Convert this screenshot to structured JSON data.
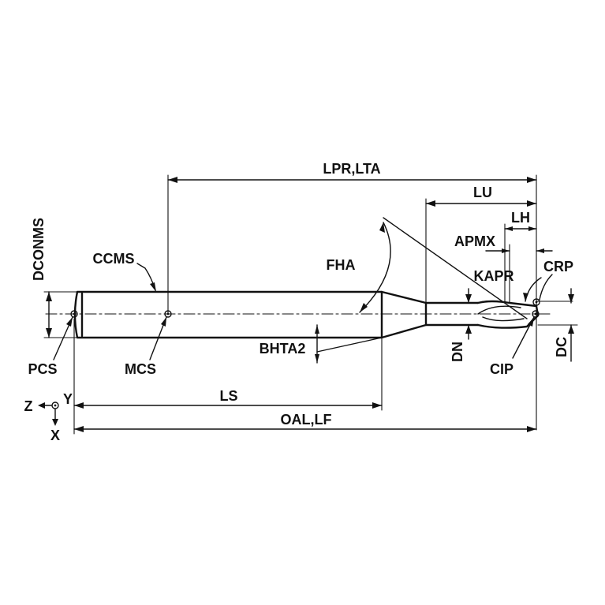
{
  "drawing": {
    "labels": {
      "lpr_lta": "LPR,LTA",
      "lu": "LU",
      "lh": "LH",
      "apmx": "APMX",
      "crp": "CRP",
      "kapr": "KAPR",
      "fha": "FHA",
      "ccms": "CCMS",
      "dconms": "DCONMS",
      "bhta2": "BHTA2",
      "dn": "DN",
      "dc": "DC",
      "cip": "CIP",
      "pcs": "PCS",
      "mcs": "MCS",
      "ls": "LS",
      "oal_lf": "OAL,LF",
      "axis_z": "Z",
      "axis_y": "Y",
      "axis_x": "X"
    },
    "colors": {
      "line": "#111111",
      "background": "#ffffff"
    }
  }
}
